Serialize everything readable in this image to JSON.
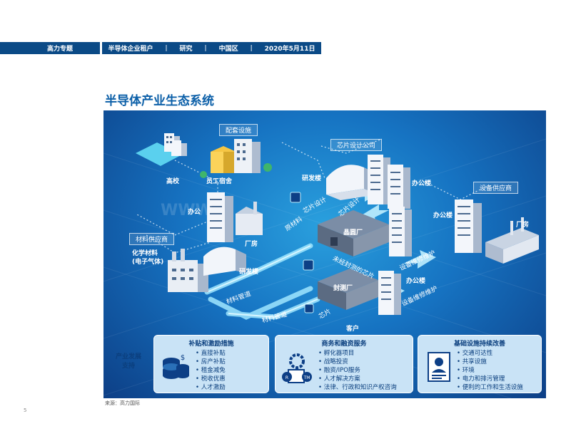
{
  "header": {
    "left": "高力专题",
    "items": [
      "半导体企业租户",
      "研究",
      "中国区",
      "2020年5月11日"
    ],
    "separator": "|"
  },
  "title": "半导体产业生态系统",
  "watermark": "WWW",
  "tags": {
    "facilities": "配套设施",
    "chip_design": "芯片设计公司",
    "equipment": "设备供应商",
    "materials": "材料供应商"
  },
  "labels": {
    "university": "高校",
    "staff_dorm": "员工宿舍",
    "rnd_1": "研发楼",
    "office_1": "办公楼",
    "office_2": "办公",
    "factory_1": "厂房",
    "office_3": "办公楼",
    "factory_2": "厂房",
    "chemical_1": "化学材料",
    "chemical_2": "(电子气体)",
    "rnd_2": "研发楼",
    "wafer_fab": "晶圆厂",
    "packaging": "封测厂",
    "office_4": "办公楼",
    "customer": "客户"
  },
  "flows": {
    "chip_design_1": "芯片设计",
    "chip_design_2": "芯片设计",
    "raw_material": "原材料",
    "equip_maint_1": "设备维修维护",
    "equip_maint_2": "设备维修维护",
    "unpackaged": "未经封测的芯片",
    "pipeline_1": "材料管道",
    "pipeline_2": "材料管道",
    "chip": "芯片"
  },
  "support": {
    "title_line1": "产业发展",
    "title_line2": "支持",
    "panels": [
      {
        "title": "补贴和激励措施",
        "items": [
          "直接补贴",
          "房产补贴",
          "租金减免",
          "税收优惠",
          "人才激励"
        ]
      },
      {
        "title": "商务和融资服务",
        "items": [
          "孵化器项目",
          "战略投资",
          "融资/IPO服务",
          "人才解决方案",
          "法律、行政和知识产权咨询"
        ]
      },
      {
        "title": "基础设施持续改善",
        "items": [
          "交通可达性",
          "共享设施",
          "环境",
          "电力和排污管理",
          "便利的工作和生活设施"
        ]
      }
    ],
    "bullet": "•"
  },
  "source": "来源：高力国际",
  "page_number": "5",
  "colors": {
    "header_bg": "#0b4a86",
    "title": "#0b5fa8",
    "panel_bg": "#c9e3f6",
    "panel_text": "#0b3f7e"
  }
}
